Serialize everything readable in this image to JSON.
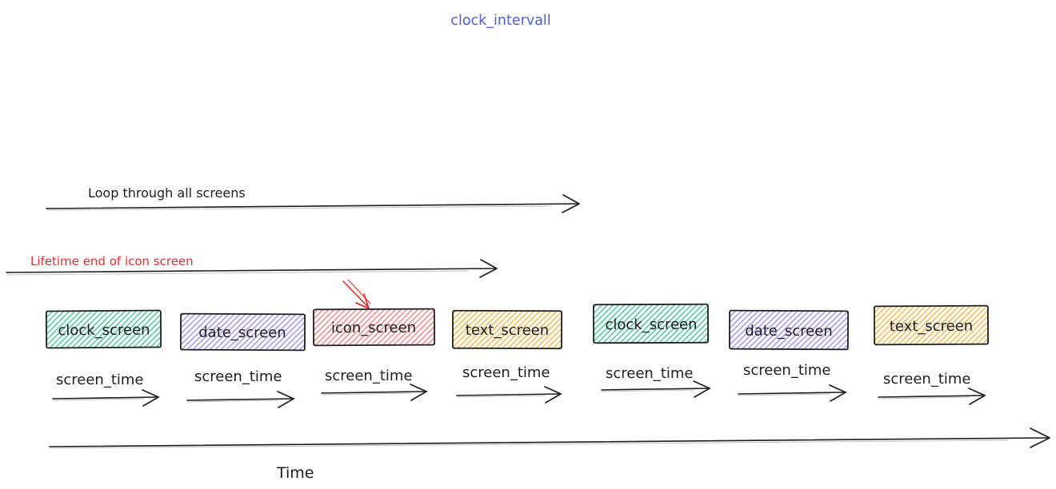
{
  "title": {
    "text": "clock_intervall"
  },
  "colors": {
    "title": "#4e5ed3",
    "ink": "#1e1e1e",
    "red": "#e03131",
    "green": "#5bc9a2",
    "purple": "#a99af2",
    "pink": "#f19090",
    "yellow": "#efbd5f"
  },
  "annotations": {
    "loop_arrow_label": "Loop through all screens",
    "lifetime_arrow_label": "Lifetime end of icon screen",
    "screen_time_label": "screen_time",
    "time_axis_label": "Time"
  },
  "screens": [
    {
      "label": "clock_screen",
      "color_key": "green"
    },
    {
      "label": "date_screen",
      "color_key": "purple"
    },
    {
      "label": "icon_screen",
      "color_key": "pink"
    },
    {
      "label": "text_screen",
      "color_key": "yellow"
    },
    {
      "label": "clock_screen",
      "color_key": "green"
    },
    {
      "label": "date_screen",
      "color_key": "purple"
    },
    {
      "label": "text_screen",
      "color_key": "yellow"
    }
  ]
}
